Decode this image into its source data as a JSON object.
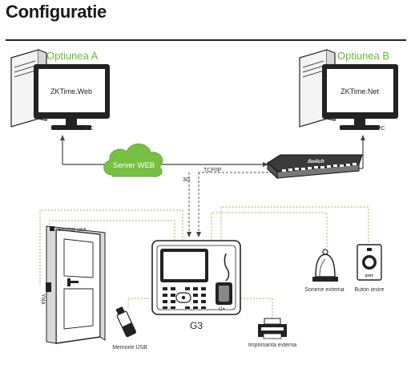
{
  "title": "Configuratie",
  "option_a": "Optiunea A",
  "option_b": "Optiunea B",
  "software_a": "ZKTime.Web",
  "software_b": "ZKTime.Net",
  "pc_a": "PC",
  "pc_b": "PC",
  "cloud": "Server WEB",
  "switch_brand": "Switch",
  "link_3g": "3G",
  "link_tcpip": "TCP/IP",
  "door_sensor": "Senzor usa",
  "lock": "Yala",
  "device": "G3",
  "usb": "Memorie USB",
  "printer": "Imprimanta externa",
  "bell": "Sonerie externa",
  "exit_button": "Buton iesire",
  "exit_button_face": "EXIT",
  "reader_symbol": "((•",
  "colors": {
    "green": "#66bb33",
    "line": "#444444",
    "dotted": "#9a9a9a"
  }
}
